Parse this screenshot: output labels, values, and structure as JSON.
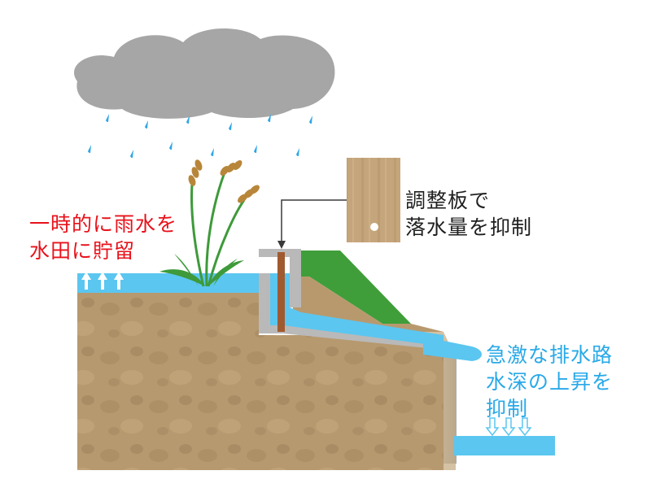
{
  "labels": {
    "paddy_storage": {
      "line1": "一時的に雨水を",
      "line2": "水田に貯留",
      "color": "#e8121b"
    },
    "adjusting_board": {
      "line1": "調整板で",
      "line2": "落水量を抑制",
      "color": "#1f1f1f"
    },
    "drain_suppression": {
      "line1": "急激な排水路",
      "line2": "水深の上昇を",
      "line3": "抑制",
      "color": "#29a9e8"
    }
  },
  "colors": {
    "cloud": "#a6a6a6",
    "rain": "#2ea6e6",
    "water": "#5bc6f0",
    "soil": "#b59a72",
    "concrete": "#b9b9b9",
    "grass": "#3f9e3a",
    "board": "#a05a30",
    "plant": "#3e9a3a",
    "grain": "#b8863a"
  },
  "icons": {
    "up_arrows": "up-arrow-icon",
    "down_arrows": "down-arrow-icon",
    "pointer_arrow": "pointer-arrow-icon"
  }
}
